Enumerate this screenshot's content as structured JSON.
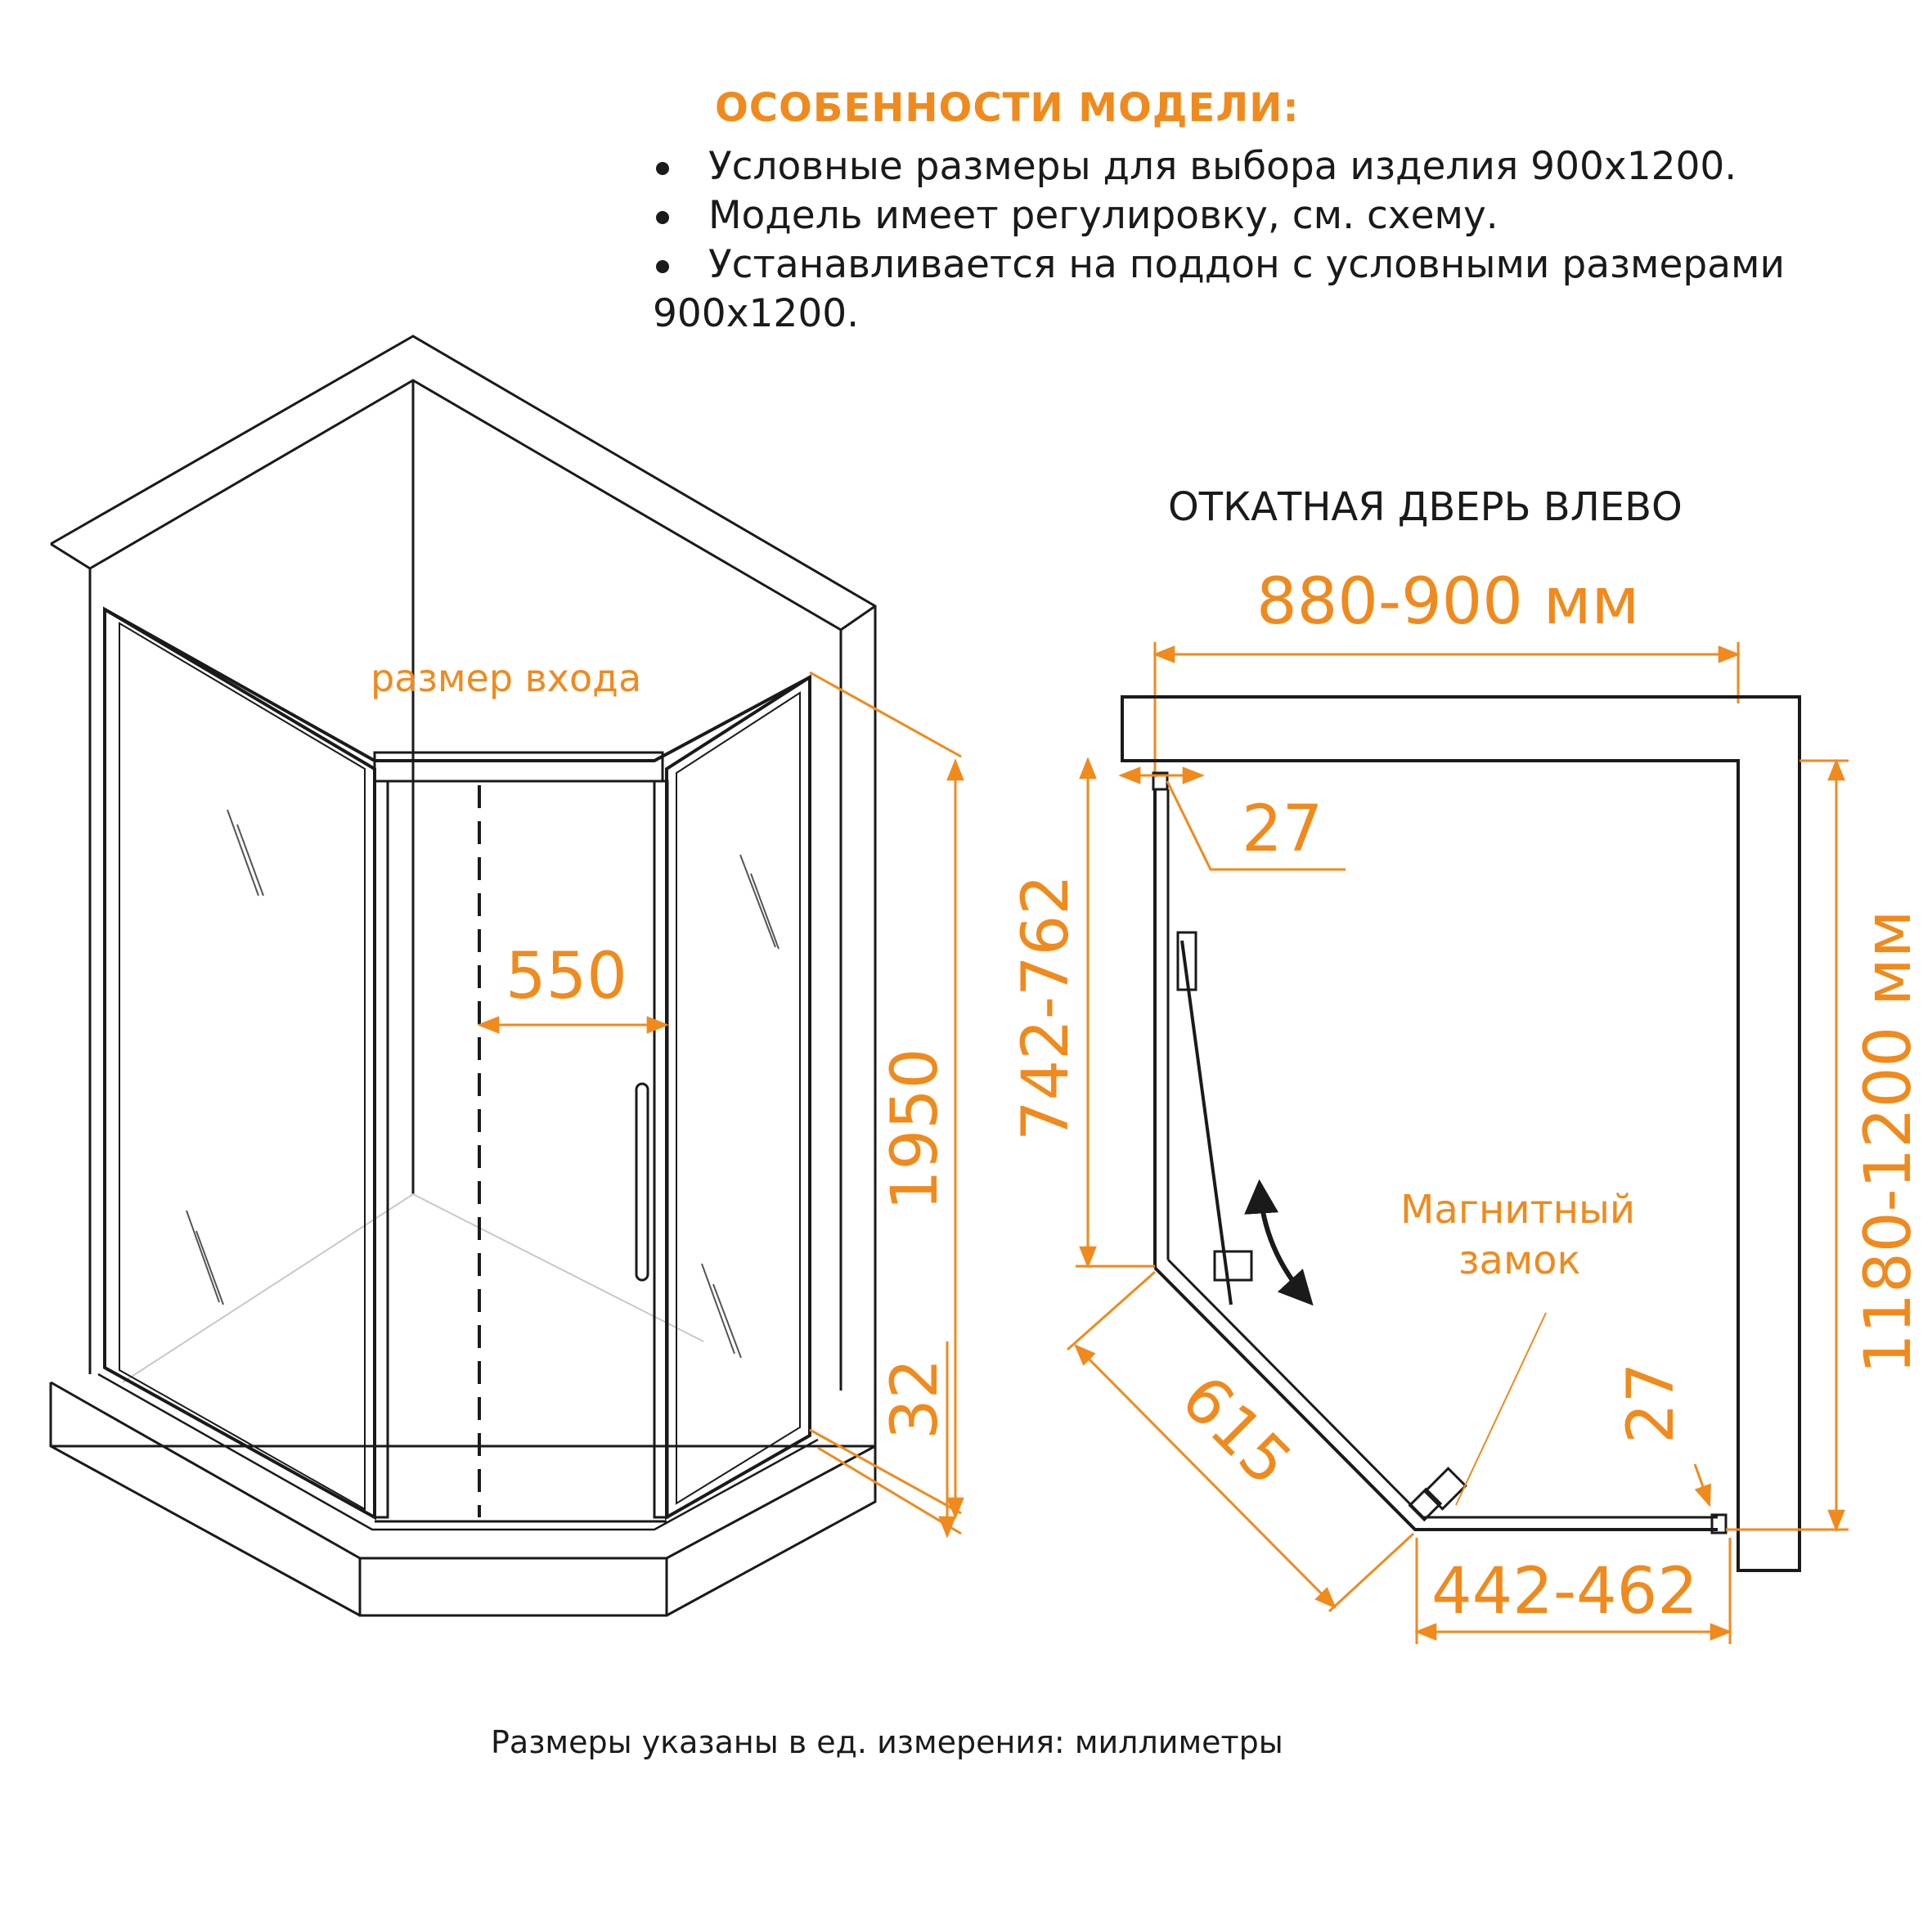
{
  "features": {
    "title": "ОСОБЕННОСТИ МОДЕЛИ:",
    "items": [
      "Условные размеры для выбора изделия 900x1200.",
      "Модель имеет регулировку, см. схему.",
      "Устанавливается на поддон с условными размерами"
    ],
    "item3_continuation": "900x1200."
  },
  "iso_view": {
    "entry_label": "размер входа",
    "entry_width": "550",
    "height": "1950",
    "base_height": "32"
  },
  "plan_view": {
    "title": "ОТКАТНАЯ ДВЕРЬ ВЛЕВО",
    "width_range": "880-900 мм",
    "depth_range": "1180-1200 мм",
    "left_side": "742-762",
    "diagonal": "615",
    "bottom_side": "442-462",
    "profile_top": "27",
    "profile_right": "27",
    "magnet_label_line1": "Магнитный",
    "magnet_label_line2": "замок"
  },
  "footer": "Размеры указаны в ед. измерения: миллиметры",
  "colors": {
    "accent": "#f08a1c",
    "line": "#1a1a1a"
  }
}
